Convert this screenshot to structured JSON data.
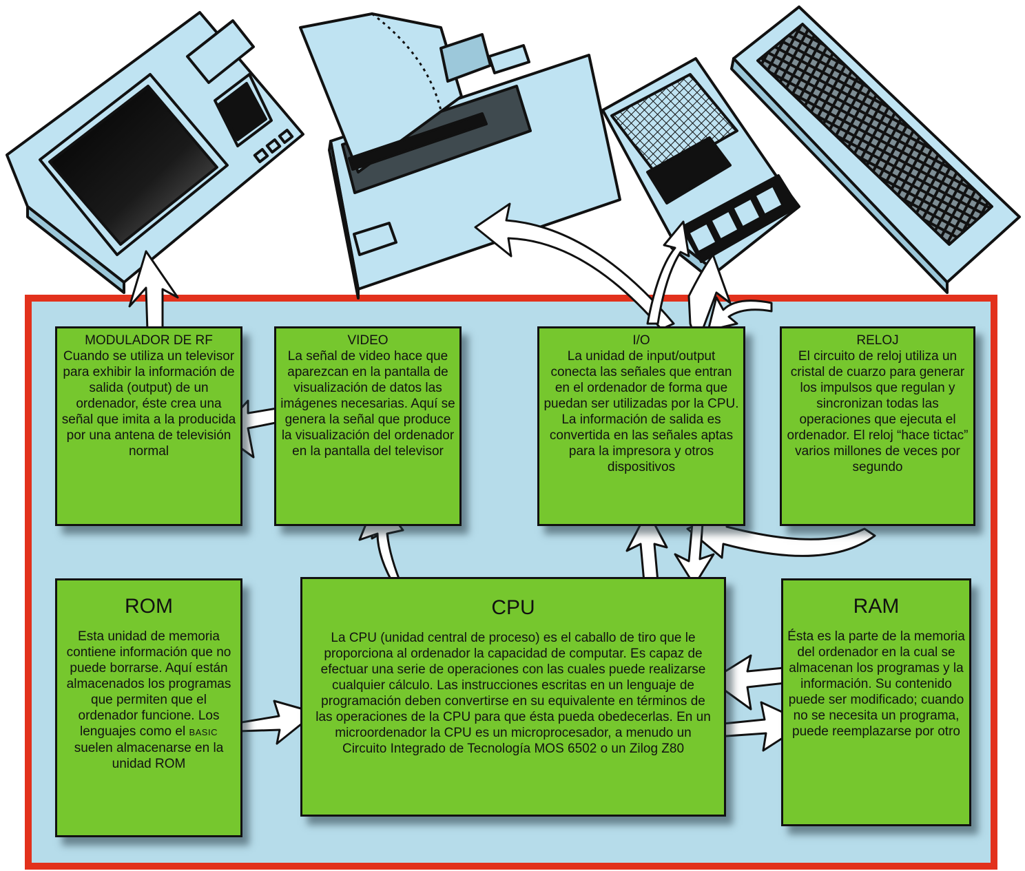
{
  "colors": {
    "frame": "#e2311c",
    "panel": "#b6dcea",
    "box": "#76c72e",
    "device": "#bfe3f2",
    "line": "#111111"
  },
  "devices": [
    "monitor-icon",
    "printer-icon",
    "cassette-recorder-icon",
    "keyboard-icon"
  ],
  "boxes": {
    "modulador": {
      "title": "MODULADOR DE RF",
      "text": "Cuando se utiliza un televisor para exhibir la información de salida (output) de un ordenador, éste crea una señal que imita a la producida por una antena de televisión normal"
    },
    "video": {
      "title": "VIDEO",
      "text": "La señal de video hace que aparezcan en la pantalla de visualización de datos las imágenes necesarias. Aquí se genera la señal que produce la visualización del ordenador en la pantalla del televisor"
    },
    "io": {
      "title": "I/O",
      "text": "La unidad de input/output conecta las señales que entran en el ordenador de forma que puedan ser utilizadas por la CPU. La información de salida es convertida en las señales aptas para la impresora y otros dispositivos"
    },
    "reloj": {
      "title": "RELOJ",
      "text": "El circuito de reloj utiliza un cristal de cuarzo para generar los impulsos que regulan y sincronizan todas las operaciones que ejecuta el ordenador. El reloj “hace tictac” varios millones de veces por segundo"
    },
    "rom": {
      "title": "ROM",
      "text_a": "Esta unidad de memoria contiene información que no puede borrarse. Aquí están almacenados los programas que permiten que el ordenador funcione. Los lenguajes como el",
      "basic": "BASIC",
      "text_b": "suelen almacenarse en la unidad ROM"
    },
    "cpu": {
      "title": "CPU",
      "text": "La CPU (unidad central de proceso) es el caballo de tiro que le proporciona al ordenador la capacidad de computar. Es capaz de efectuar una serie de operaciones con las cuales puede realizarse cualquier cálculo. Las instrucciones escritas en un lenguaje de programación deben convertirse en su equivalente en términos de las operaciones de la CPU para que ésta pueda obedecerlas. En un microordenador la CPU es un microprocesador, a menudo un Circuito Integrado de Tecnología MOS 6502 o un Zilog Z80"
    },
    "ram": {
      "title": "RAM",
      "text": "Ésta es la parte de la memoria del ordenador en la cual se almacenan los programas y la información. Su contenido puede ser modificado; cuando no se necesita un programa, puede reemplazarse por otro"
    }
  }
}
